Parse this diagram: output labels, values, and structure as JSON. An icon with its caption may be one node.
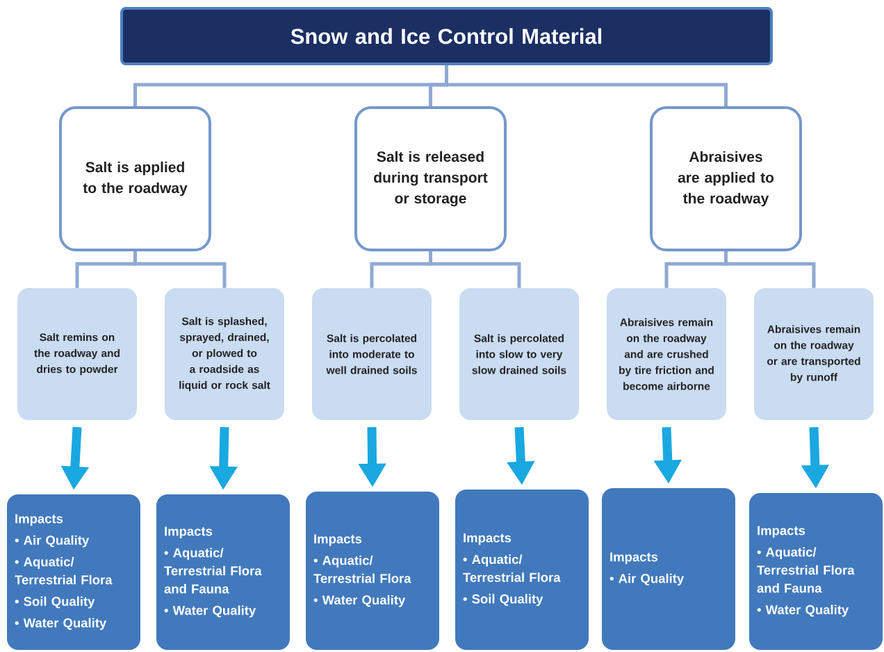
{
  "diagram": {
    "nodes": [
      {
        "text": [
          "Snow and Ice Control Material"
        ]
      },
      {
        "text": [
          "Salt is applied to the roadway"
        ]
      },
      {
        "text": [
          "Salt is released during transport or storage"
        ]
      },
      {
        "text": [
          "Abraisives are applied to the roadway"
        ]
      },
      {
        "text": [
          "Salt remins on the roadway and dries to powder"
        ]
      },
      {
        "text": [
          "Salt is splashed, sprayed, drained, or plowed to a roadside as liquid or rock salt"
        ]
      },
      {
        "text": [
          "Salt is percolated into moderate to well drained soils"
        ]
      },
      {
        "text": [
          "Salt is percolated into slow to very slow drained soils"
        ]
      },
      {
        "text": [
          "Abraisives remain on the roadway and are crushed by tire friction and become airborne"
        ]
      },
      {
        "text": [
          "Abraisives remain on the roadway or are transported by runoff"
        ]
      },
      {
        "text": [
          "Impacts",
          "• Air Quality",
          "• Aquatic/ Terrestrial Flora",
          "• Soil Quality",
          "• Water Quality"
        ]
      },
      {
        "text": [
          "Impacts",
          "• Aquatic/ Terrestrial Flora and Fauna",
          "• Water Quality"
        ]
      },
      {
        "text": [
          "Impacts",
          "• Aquatic/ Terrestrial Flora",
          "• Water Quality"
        ]
      },
      {
        "text": [
          "Impacts",
          "• Aquatic/ Terrestrial Flora",
          "• Soil Quality"
        ]
      },
      {
        "text": [
          "Impacts",
          "• Air Quality"
        ]
      },
      {
        "text": [
          "Impacts",
          "• Aquatic/ Terrestrial Flora and Fauna",
          "• Water Quality"
        ]
      }
    ],
    "edges": [
      {
        "from": 0,
        "to": 1,
        "arrow": "none"
      },
      {
        "from": 0,
        "to": 2,
        "arrow": "none"
      },
      {
        "from": 0,
        "to": 3,
        "arrow": "none"
      },
      {
        "from": 1,
        "to": 4,
        "arrow": "none"
      },
      {
        "from": 1,
        "to": 5,
        "arrow": "none"
      },
      {
        "from": 2,
        "to": 6,
        "arrow": "none"
      },
      {
        "from": 2,
        "to": 7,
        "arrow": "none"
      },
      {
        "from": 3,
        "to": 8,
        "arrow": "none"
      },
      {
        "from": 3,
        "to": 9,
        "arrow": "none"
      },
      {
        "from": 4,
        "to": 10,
        "arrow": "to",
        "style": "thick",
        "color": "#1aa8e0"
      },
      {
        "from": 5,
        "to": 11,
        "arrow": "to",
        "style": "thick",
        "color": "#1aa8e0"
      },
      {
        "from": 6,
        "to": 12,
        "arrow": "to",
        "style": "thick",
        "color": "#1aa8e0"
      },
      {
        "from": 7,
        "to": 13,
        "arrow": "to",
        "style": "thick",
        "color": "#1aa8e0"
      },
      {
        "from": 8,
        "to": 14,
        "arrow": "to",
        "style": "thick",
        "color": "#1aa8e0"
      },
      {
        "from": 9,
        "to": 15,
        "arrow": "to",
        "style": "thick",
        "color": "#1aa8e0"
      }
    ]
  }
}
